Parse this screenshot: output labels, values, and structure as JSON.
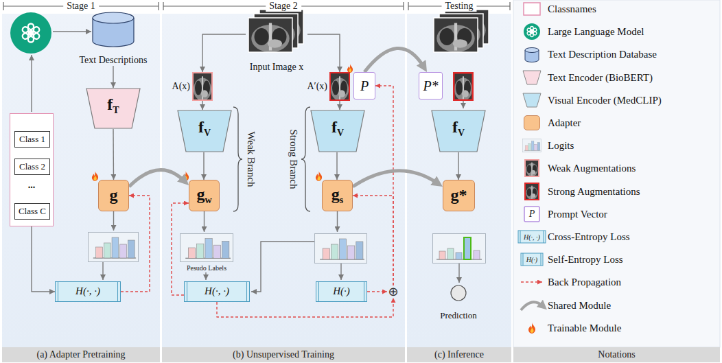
{
  "diagram": {
    "nodes": [
      {
        "text": [
          "(a) Adapter Pretraining"
        ]
      },
      {
        "text": [
          "(b) Unsupervised Training"
        ]
      },
      {
        "text": [
          "(c) Inference"
        ]
      },
      {
        "text": [
          "Notations"
        ]
      },
      {
        "text": [
          "Text Descriptions"
        ],
        "in": 0
      },
      {
        "text": [
          "..."
        ],
        "in": 0
      },
      {
        "text": [
          "Class 1"
        ],
        "in": 5
      },
      {
        "text": [
          "Class 2"
        ],
        "in": 5
      },
      {
        "text": [
          "Class C"
        ],
        "in": 5
      },
      {
        "text": [
          "f",
          "T"
        ],
        "in": 0
      },
      {
        "text": [
          "g"
        ],
        "in": 0
      },
      {
        "text": [
          "H(·, ·)"
        ],
        "in": 0
      },
      {
        "text": [
          "Input Image x"
        ],
        "in": 1
      },
      {
        "text": [
          "A(x)"
        ],
        "in": 1
      },
      {
        "text": [
          "A′(x)"
        ],
        "in": 1
      },
      {
        "text": [
          "P"
        ],
        "in": 1
      },
      {
        "text": [
          "f",
          "V"
        ],
        "in": 1
      },
      {
        "text": [
          "g",
          "w"
        ],
        "in": 1
      },
      {
        "text": [
          "f",
          "V"
        ],
        "in": 1
      },
      {
        "text": [
          "g",
          "s"
        ],
        "in": 1
      },
      {
        "text": [
          "H(·, ·)"
        ],
        "in": 1
      },
      {
        "text": [
          "H(·)"
        ],
        "in": 1
      },
      {
        "text": [
          "⊕"
        ],
        "in": 1
      },
      {
        "text": [
          "P*"
        ],
        "in": 2
      },
      {
        "text": [
          "f",
          "V"
        ],
        "in": 2
      },
      {
        "text": [
          "g*"
        ],
        "in": 2
      },
      {
        "text": [
          "Prediction"
        ],
        "in": 2
      }
    ],
    "edges": [
      {
        "from": 4,
        "to": 9,
        "arrow": "to"
      },
      {
        "from": 9,
        "to": 10,
        "arrow": "to"
      },
      {
        "from": 5,
        "to": 11,
        "arrow": "to"
      },
      {
        "from": 11,
        "to": 10,
        "arrow": "to"
      },
      {
        "from": 10,
        "to": 17,
        "arrow": "to"
      },
      {
        "from": 12,
        "to": 13,
        "arrow": "to"
      },
      {
        "from": 12,
        "to": 14,
        "arrow": "to"
      },
      {
        "from": 13,
        "to": 16,
        "arrow": "to"
      },
      {
        "from": 14,
        "to": 18,
        "arrow": "to"
      },
      {
        "from": 16,
        "to": 17,
        "arrow": "to"
      },
      {
        "from": 18,
        "to": 19,
        "arrow": "to"
      },
      {
        "from": 20,
        "to": 17,
        "arrow": "to"
      },
      {
        "from": 20,
        "to": 22,
        "arrow": "to"
      },
      {
        "from": 21,
        "to": 22,
        "arrow": "to"
      },
      {
        "from": 22,
        "to": 15,
        "arrow": "to"
      },
      {
        "from": 22,
        "to": 19,
        "arrow": "to"
      },
      {
        "from": 15,
        "to": 23,
        "arrow": "to"
      },
      {
        "from": 19,
        "to": 25,
        "arrow": "to"
      },
      {
        "from": 24,
        "to": 25,
        "arrow": "to"
      }
    ],
    "labels": [
      "Stage 1",
      "Stage 2",
      "Testing",
      "Weak Branch",
      "Strong Branch",
      "Pesudo Labels",
      "P",
      "H(·, ·)",
      "H(·)"
    ],
    "legend": [
      {
        "text": "Classnames"
      },
      {
        "text": "Large Language Model"
      },
      {
        "text": "Text Description Database"
      },
      {
        "text": "Text Encoder (BioBERT)"
      },
      {
        "text": "Visual Encoder (MedCLIP)"
      },
      {
        "text": "Adapter",
        "color": "#f9c38c"
      },
      {
        "text": "Logits"
      },
      {
        "text": "Weak Augmentations"
      },
      {
        "text": "Strong Augmentations"
      },
      {
        "text": "Prompt Vector"
      },
      {
        "text": "Cross-Entropy Loss"
      },
      {
        "text": "Self-Entropy Loss"
      },
      {
        "text": "Back Propagation"
      },
      {
        "text": "Shared Module"
      },
      {
        "text": "Trainable Module"
      }
    ]
  }
}
